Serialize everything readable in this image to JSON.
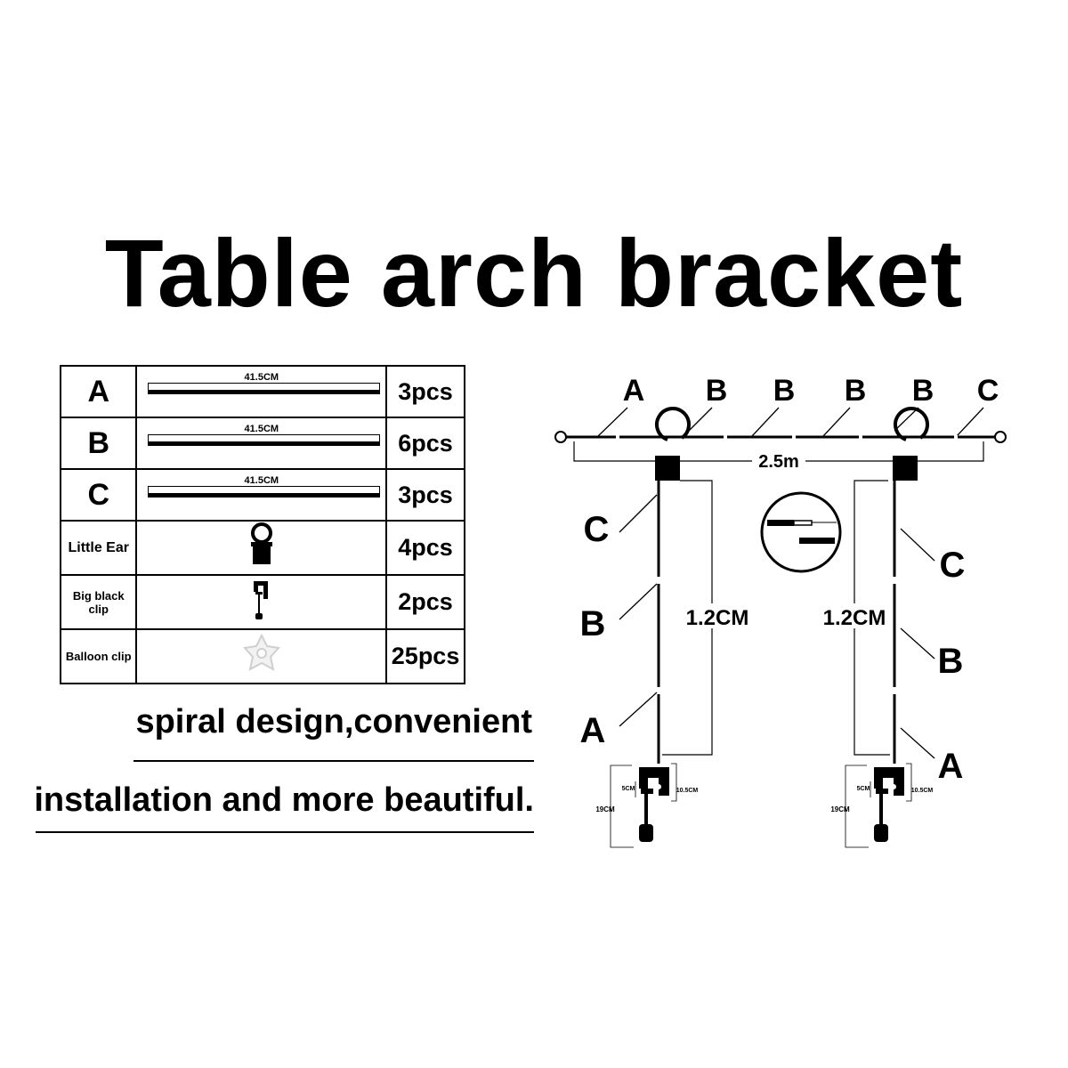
{
  "title": "Table arch bracket",
  "parts_table": {
    "rows": [
      {
        "name": "A",
        "length": "41.5CM",
        "qty": "3pcs"
      },
      {
        "name": "B",
        "length": "41.5CM",
        "qty": "6pcs"
      },
      {
        "name": "C",
        "length": "41.5CM",
        "qty": "3pcs"
      },
      {
        "name": "Little Ear",
        "qty": "4pcs"
      },
      {
        "name": "Big black clip",
        "qty": "2pcs"
      },
      {
        "name": "Balloon clip",
        "qty": "25pcs"
      }
    ]
  },
  "tagline": {
    "line1": "spiral design,convenient",
    "line2": "installation and more beautiful."
  },
  "diagram": {
    "top_labels": [
      "A",
      "B",
      "B",
      "B",
      "B",
      "C"
    ],
    "width_label": "2.5m",
    "left_labels": [
      "C",
      "B",
      "A"
    ],
    "right_labels": [
      "C",
      "B",
      "A"
    ],
    "height_label_left": "1.2CM",
    "height_label_right": "1.2CM",
    "clip_dims": {
      "a": "5CM",
      "b": "10.5CM",
      "c": "19CM"
    }
  },
  "colors": {
    "ink": "#000000",
    "background": "#ffffff",
    "balloon_clip": "#d9d9d9"
  }
}
